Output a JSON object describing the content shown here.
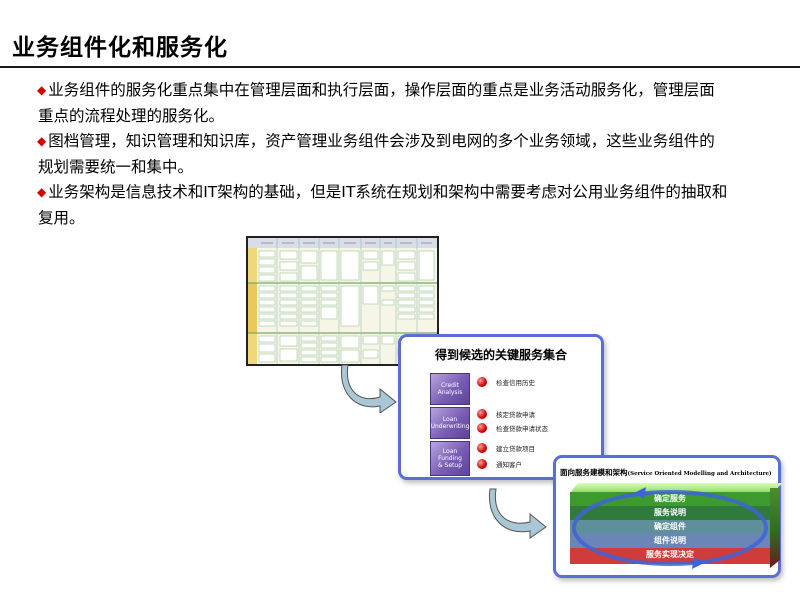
{
  "title": "业务组件化和服务化",
  "bullets": [
    "业务组件的服务化重点集中在管理层面和执行层面，操作层面的重点是业务活动服务化，管理层面重点的流程处理的服务化。",
    "图档管理，知识管理和知识库，资产管理业务组件会涉及到电网的多个业务领域，这些业务组件的规划需要统一和集中。",
    "业务架构是信息技术和IT架构的基础，但是IT系统在规划和架构中需要考虑对公用业务组件的抽取和复用。"
  ],
  "bullet_mark": "◆",
  "key_services_card": {
    "title": "得到候选的关键服务集合",
    "processes": [
      {
        "label_lines": [
          "Credit",
          "Analysis"
        ]
      },
      {
        "label_lines": [
          "Loan",
          "Underwriting"
        ]
      },
      {
        "label_lines": [
          "Loan",
          "Funding",
          "& Setup"
        ]
      }
    ],
    "services": [
      "检查信用历史",
      "核定贷款申请",
      "检查贷款申请状态",
      "建立贷款项目",
      "通知客户"
    ]
  },
  "soma_card": {
    "title": "面向服务建模和架构",
    "title_en": "(Service Oriented Modelling and Architecture)",
    "layers": [
      {
        "label": "确定服务",
        "color": "#3d9a2f"
      },
      {
        "label": "服务说明",
        "color": "#2f7a3c"
      },
      {
        "label": "确定组件",
        "color": "#5f8f9a"
      },
      {
        "label": "组件说明",
        "color": "#6a86b8"
      },
      {
        "label": "服务实现决定",
        "color": "#cf3c3c"
      }
    ]
  },
  "colors": {
    "bullet_mark": "#d20000",
    "card_border": "#5b6dd6",
    "arrow_fill": "#a9c7d4",
    "process_purple": "#7a5db4"
  }
}
